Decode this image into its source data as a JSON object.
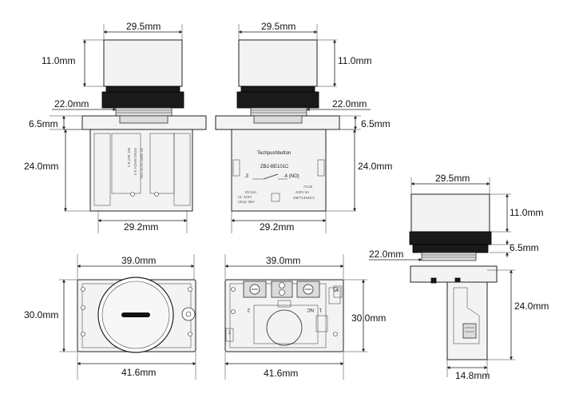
{
  "dims": {
    "front_width": "29.5mm",
    "front_height": "11.0mm",
    "front_thread": "22.0mm",
    "front_flange": "6.5mm",
    "front_body_height": "24.0mm",
    "front_body_width": "29.2mm",
    "back_width": "29.5mm",
    "back_height": "11.0mm",
    "back_thread": "22.0mm",
    "back_flange": "6.5mm",
    "back_body_height": "24.0mm",
    "back_body_width": "29.2mm",
    "side_width": "29.5mm",
    "side_height": "11.0mm",
    "side_flange": "6.5mm",
    "side_thread": "22.0mm",
    "side_body_height": "24.0mm",
    "side_base": "14.8mm",
    "top1_width": "39.0mm",
    "top1_height": "30.0mm",
    "top1_bottom": "41.6mm",
    "top2_width": "39.0mm",
    "top2_height": "30.0mm",
    "top2_bottom": "41.6mm"
  },
  "labels": {
    "brand": "Techpushbutton",
    "model": "ZB2-BE101C",
    "contact_left": ".3",
    "contact_right": ".4 (NO)",
    "ac_class": "AC15",
    "ith": "Ith:10A",
    "ui": "Ui: 415V",
    "rating": "240V-3A",
    "uimp": "Uimp: 6kV",
    "standard": "GB/T14048.5",
    "term_2": "2",
    "term_1": "1",
    "nc": "NC",
    "term_box_1": "1",
    "term_box_2": "2"
  }
}
